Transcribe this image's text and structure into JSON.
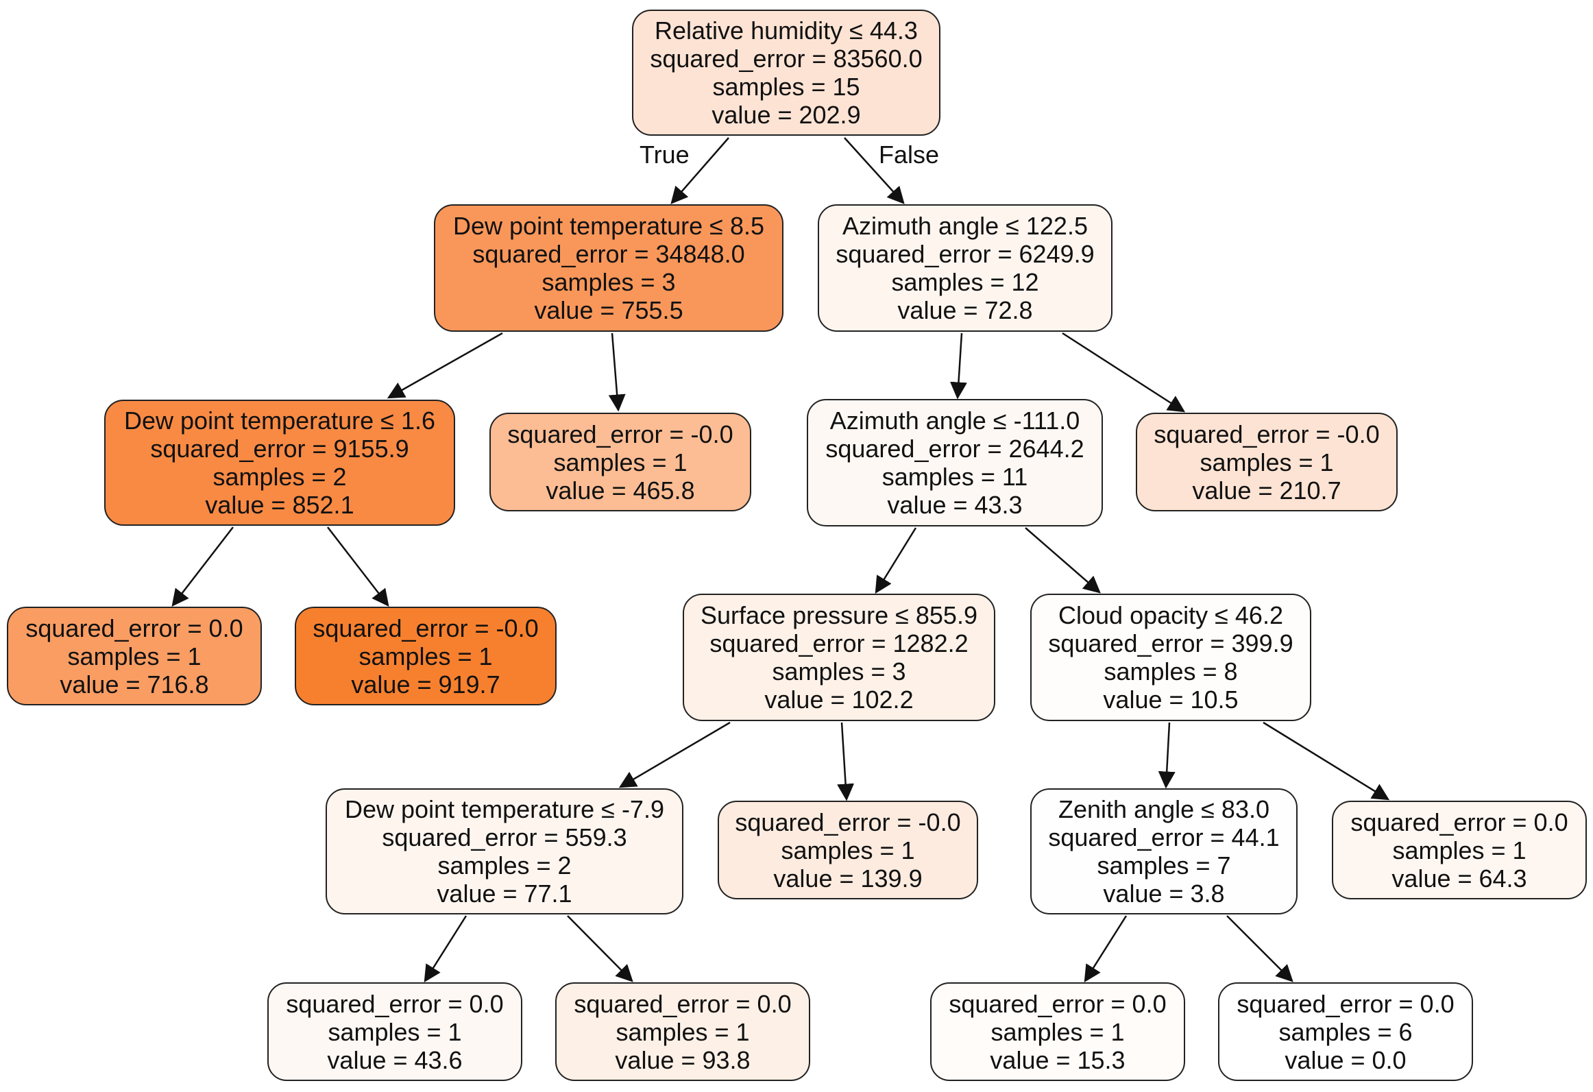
{
  "edge_labels": {
    "true": "True",
    "false": "False"
  },
  "nodes": {
    "n0": {
      "condition": "Relative humidity ≤ 44.3",
      "squared_error": "squared_error = 83560.0",
      "samples": "samples = 15",
      "value": "value = 202.9",
      "fill": "#fde3d4"
    },
    "n1": {
      "condition": "Dew point temperature ≤ 8.5",
      "squared_error": "squared_error = 34848.0",
      "samples": "samples = 3",
      "value": "value = 755.5",
      "fill": "#f9975a"
    },
    "n2": {
      "condition": "Dew point temperature ≤ 1.6",
      "squared_error": "squared_error = 9155.9",
      "samples": "samples = 2",
      "value": "value = 852.1",
      "fill": "#f88a44"
    },
    "n3": {
      "squared_error": "squared_error = 0.0",
      "samples": "samples = 1",
      "value": "value = 716.8",
      "fill": "#fa9d63"
    },
    "n4": {
      "squared_error": "squared_error = -0.0",
      "samples": "samples = 1",
      "value": "value = 919.7",
      "fill": "#f7802e"
    },
    "n5": {
      "squared_error": "squared_error = -0.0",
      "samples": "samples = 1",
      "value": "value = 465.8",
      "fill": "#fcbd94"
    },
    "n6": {
      "condition": "Azimuth angle ≤ 122.5",
      "squared_error": "squared_error = 6249.9",
      "samples": "samples = 12",
      "value": "value = 72.8",
      "fill": "#fef5ef"
    },
    "n7": {
      "condition": "Azimuth angle ≤ -111.0",
      "squared_error": "squared_error = 2644.2",
      "samples": "samples = 11",
      "value": "value = 43.3",
      "fill": "#fef8f4"
    },
    "n8": {
      "condition": "Surface pressure ≤ 855.9",
      "squared_error": "squared_error = 1282.2",
      "samples": "samples = 3",
      "value": "value = 102.2",
      "fill": "#fdf1e8"
    },
    "n9": {
      "condition": "Dew point temperature ≤ -7.9",
      "squared_error": "squared_error = 559.3",
      "samples": "samples = 2",
      "value": "value = 77.1",
      "fill": "#fef5ef"
    },
    "n10": {
      "squared_error": "squared_error = 0.0",
      "samples": "samples = 1",
      "value": "value = 43.6",
      "fill": "#fef8f4"
    },
    "n11": {
      "squared_error": "squared_error = 0.0",
      "samples": "samples = 1",
      "value": "value = 93.8",
      "fill": "#fdf0e6"
    },
    "n12": {
      "squared_error": "squared_error = -0.0",
      "samples": "samples = 1",
      "value": "value = 139.9",
      "fill": "#fdebdf"
    },
    "n13": {
      "condition": "Cloud opacity ≤ 46.2",
      "squared_error": "squared_error = 399.9",
      "samples": "samples = 8",
      "value": "value = 10.5",
      "fill": "#fffdfb"
    },
    "n14": {
      "condition": "Zenith angle ≤ 83.0",
      "squared_error": "squared_error = 44.1",
      "samples": "samples = 7",
      "value": "value = 3.8",
      "fill": "#fffefe"
    },
    "n15": {
      "squared_error": "squared_error = 0.0",
      "samples": "samples = 1",
      "value": "value = 15.3",
      "fill": "#fffcfa"
    },
    "n16": {
      "squared_error": "squared_error = 0.0",
      "samples": "samples = 6",
      "value": "value = 0.0",
      "fill": "#ffffff"
    },
    "n17": {
      "squared_error": "squared_error = 0.0",
      "samples": "samples = 1",
      "value": "value = 64.3",
      "fill": "#fef6f1"
    },
    "n18": {
      "squared_error": "squared_error = -0.0",
      "samples": "samples = 1",
      "value": "value = 210.7",
      "fill": "#fde3d3"
    }
  }
}
